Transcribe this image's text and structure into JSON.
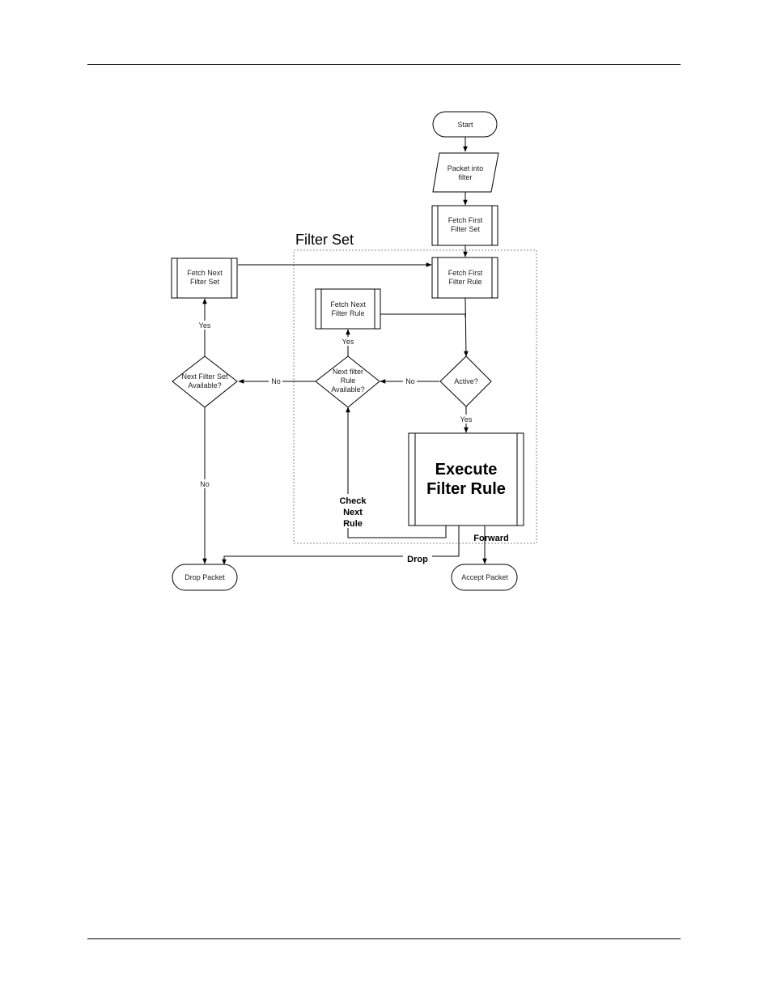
{
  "diagram": {
    "filter_set_label": "Filter Set",
    "nodes": {
      "start": "Start",
      "packet_into_filter": [
        "Packet into",
        "filter"
      ],
      "fetch_first_filter_set": [
        "Fetch First",
        "Filter Set"
      ],
      "fetch_first_filter_rule": [
        "Fetch First",
        "Filter Rule"
      ],
      "fetch_next_filter_set": [
        "Fetch Next",
        "Filter Set"
      ],
      "fetch_next_filter_rule": [
        "Fetch Next",
        "Filter Rule"
      ],
      "next_filter_set_available": [
        "Next Filter Set",
        "Available?"
      ],
      "next_filter_rule_available": [
        "Next filter",
        "Rule",
        "Available?"
      ],
      "active": "Active?",
      "execute_filter_rule": [
        "Execute",
        "Filter Rule"
      ],
      "drop_packet": "Drop Packet",
      "accept_packet": "Accept Packet"
    },
    "edge_labels": {
      "yes_to_fetch_next_set": "Yes",
      "yes_to_fetch_next_rule": "Yes",
      "yes_to_execute": "Yes",
      "no_from_rule_available": "No",
      "no_from_active": "No",
      "no_to_drop": "No",
      "check_next_rule": [
        "Check",
        "Next",
        "Rule"
      ],
      "forward": "Forward",
      "drop": "Drop"
    }
  }
}
